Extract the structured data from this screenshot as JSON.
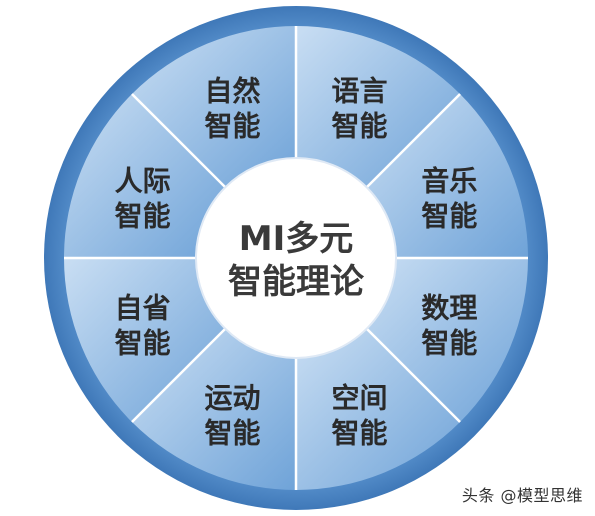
{
  "center": {
    "line1": "MI多元",
    "line2": "智能理论"
  },
  "segments": [
    {
      "line1": "语言",
      "line2": "智能"
    },
    {
      "line1": "音乐",
      "line2": "智能"
    },
    {
      "line1": "数理",
      "line2": "智能"
    },
    {
      "line1": "空间",
      "line2": "智能"
    },
    {
      "line1": "运动",
      "line2": "智能"
    },
    {
      "line1": "自省",
      "line2": "智能"
    },
    {
      "line1": "人际",
      "line2": "智能"
    },
    {
      "line1": "自然",
      "line2": "智能"
    }
  ],
  "watermark": "头条 @模型思维",
  "colors": {
    "ring": "#4b86c6",
    "segment_light": "#b8d2ee",
    "segment_dark": "#6a9fd6",
    "divider": "#ffffff",
    "center": "#ffffff"
  }
}
